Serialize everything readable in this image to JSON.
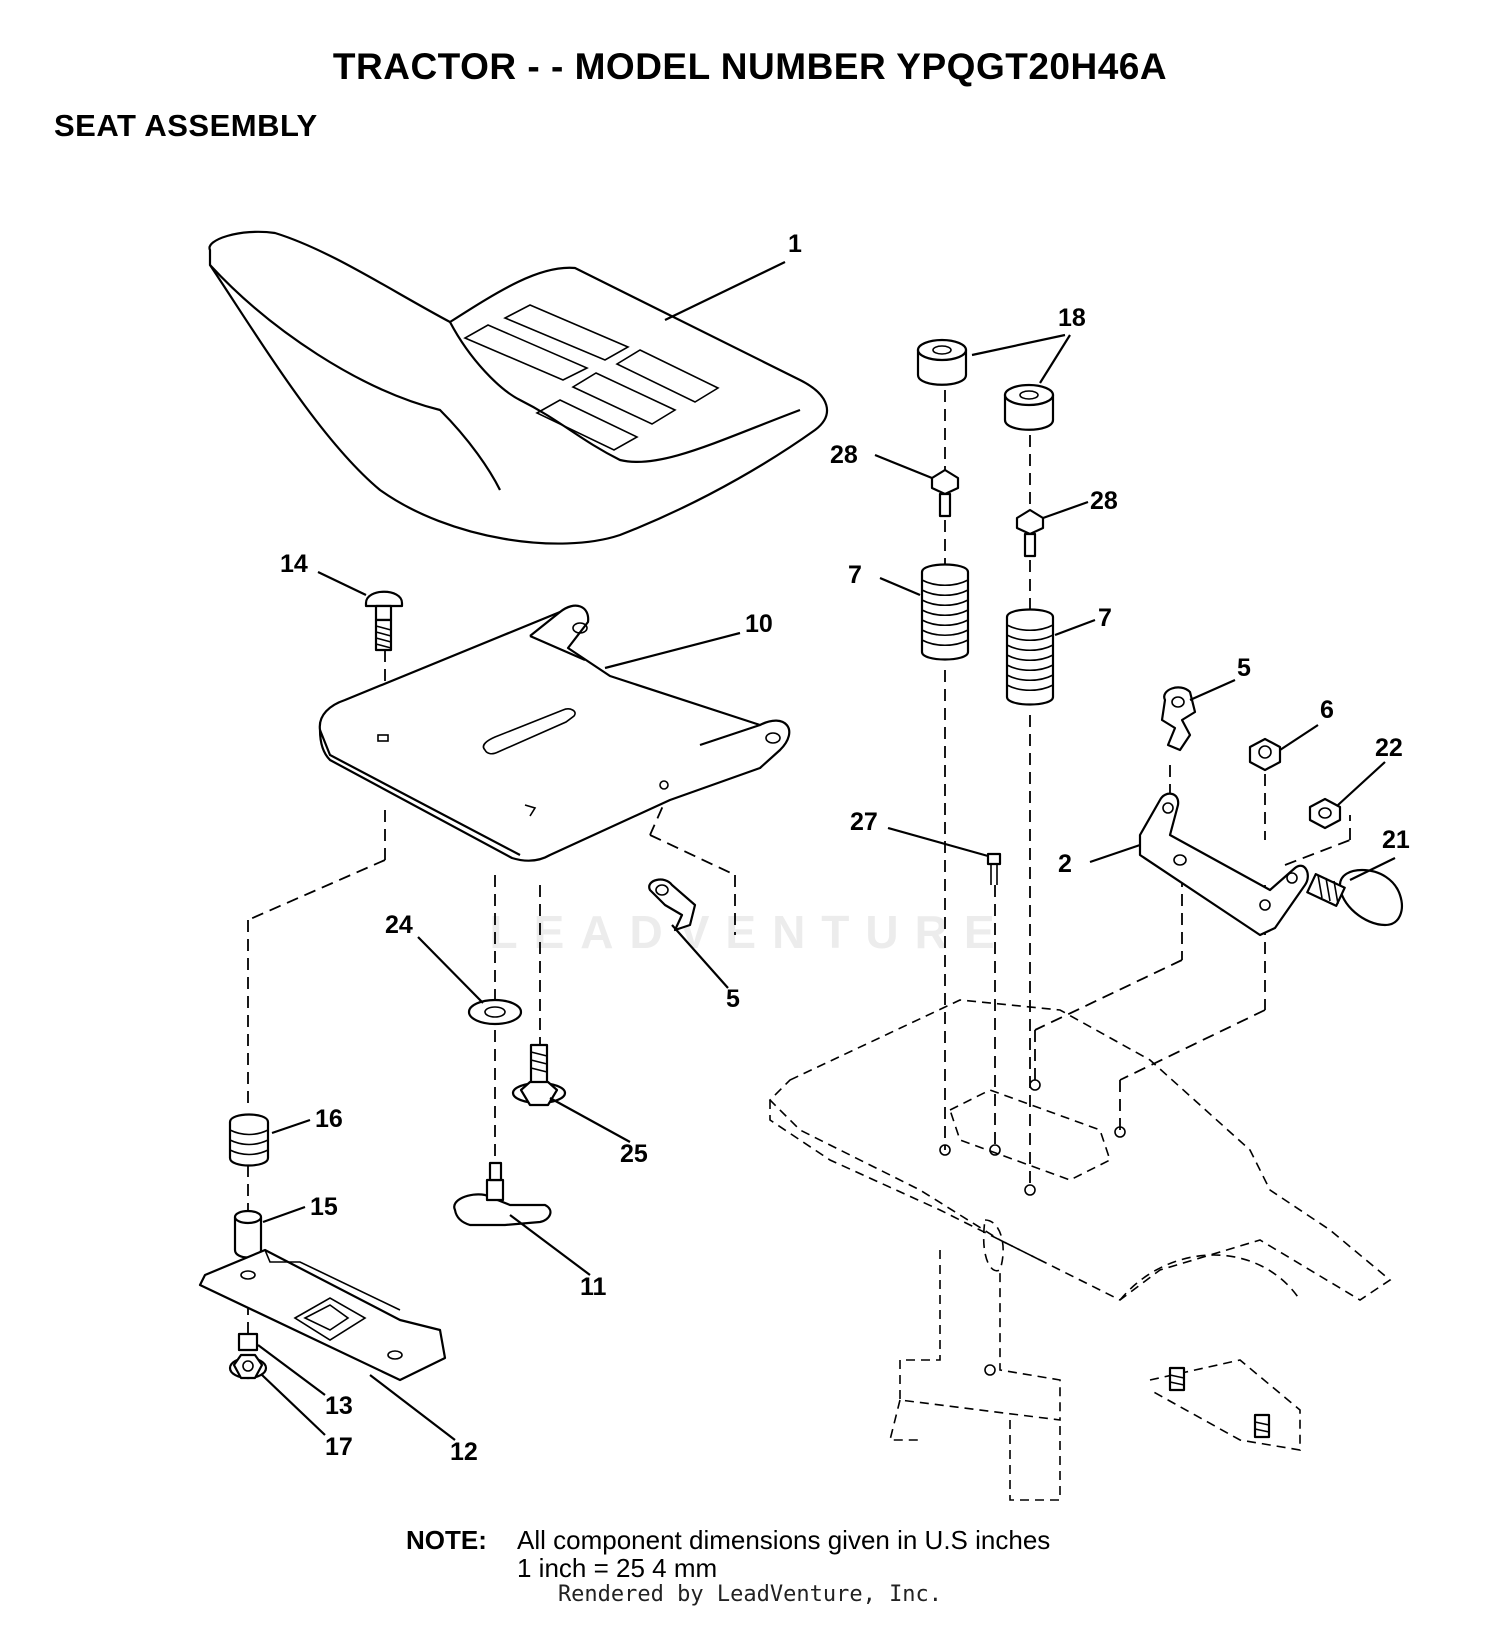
{
  "title": "TRACTOR - - MODEL NUMBER YPQGT20H46A",
  "subtitle": "SEAT ASSEMBLY",
  "watermark": "LEADVENTURE",
  "note": {
    "label": "NOTE:",
    "line1": "All component dimensions given in U.S  inches",
    "line2": "1 inch = 25 4 mm"
  },
  "footer": "Rendered by LeadVenture, Inc.",
  "callouts": {
    "c1": "1",
    "c2": "2",
    "c5a": "5",
    "c5b": "5",
    "c6": "6",
    "c7a": "7",
    "c7b": "7",
    "c10": "10",
    "c11": "11",
    "c12": "12",
    "c13": "13",
    "c14": "14",
    "c15": "15",
    "c16": "16",
    "c17": "17",
    "c18": "18",
    "c21": "21",
    "c22": "22",
    "c24": "24",
    "c25": "25",
    "c27": "27",
    "c28a": "28",
    "c28b": "28"
  }
}
